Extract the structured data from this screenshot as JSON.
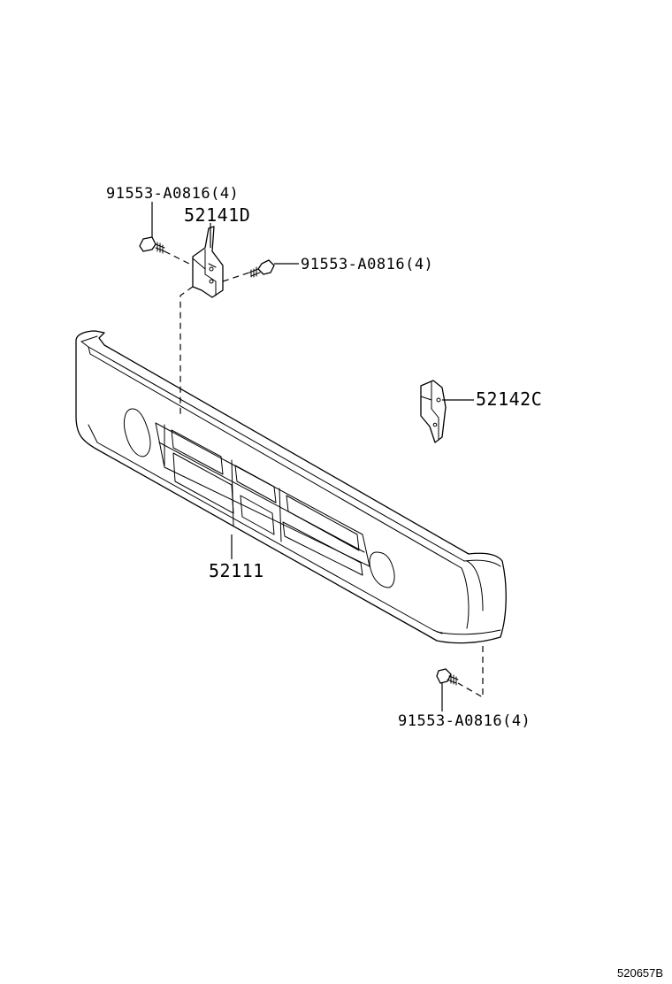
{
  "labels": {
    "bolt_top_left": "91553-A0816(4)",
    "bracket_left": "52141D",
    "bolt_top_right": "91553-A0816(4)",
    "bracket_right": "52142C",
    "bumper": "52111",
    "bolt_bottom": "91553-A0816(4)"
  },
  "reference": "520657B"
}
